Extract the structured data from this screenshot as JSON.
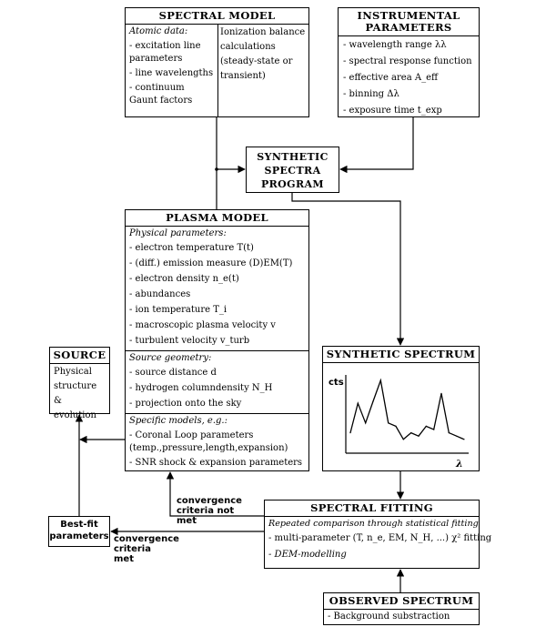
{
  "spectral_model": {
    "title": "SPECTRAL MODEL",
    "atomic_heading": "Atomic data:",
    "atomic_items": [
      "- excitation line parameters",
      "- line wavelengths",
      "- continuum Gaunt factors"
    ],
    "ionization_text": "Ionization balance calculations (steady-state or transient)"
  },
  "instrumental": {
    "title_line1": "INSTRUMENTAL",
    "title_line2": "PARAMETERS",
    "items": [
      "- wavelength range λλ",
      "- spectral response function",
      "- effective area A_eff",
      "- binning Δλ",
      "- exposure time t_exp"
    ]
  },
  "synthetic_program": {
    "line1": "SYNTHETIC",
    "line2": "SPECTRA",
    "line3": "PROGRAM"
  },
  "plasma_model": {
    "title": "PLASMA MODEL",
    "physical_heading": "Physical parameters:",
    "physical_items": [
      "- electron temperature T(t)",
      "- (diff.) emission measure (D)EM(T)",
      "- electron density n_e(t)",
      "- abundances",
      "- ion temperature T_i",
      "- macroscopic plasma velocity v",
      "- turbulent velocity v_turb"
    ],
    "geometry_heading": "Source geometry:",
    "geometry_items": [
      "- source distance d",
      "- hydrogen columndensity N_H",
      "- projection onto the sky"
    ],
    "specific_heading": "Specific models, e.g.:",
    "specific_items": [
      "- Coronal Loop parameters (temp.,pressure,length,expansion)",
      "- SNR shock & expansion parameters"
    ]
  },
  "source": {
    "title": "SOURCE",
    "text": "Physical structure & evolution"
  },
  "synthetic_spectrum": {
    "title": "SYNTHETIC SPECTRUM",
    "y_label": "cts",
    "x_label": "λ"
  },
  "chart_data": {
    "type": "line",
    "x": [
      0,
      1,
      2,
      3,
      4,
      5,
      6,
      7,
      8,
      9,
      10,
      11,
      12,
      13,
      14,
      15
    ],
    "values": [
      2,
      6.5,
      3.5,
      6.8,
      10,
      3.5,
      3,
      1,
      2,
      1.5,
      3,
      2.5,
      8,
      2,
      1.5,
      1
    ],
    "xlabel": "λ",
    "ylabel": "cts"
  },
  "spectral_fitting": {
    "title": "SPECTRAL FITTING",
    "subtitle": "Repeated comparison through statistical fitting",
    "items": [
      "- multi-parameter (T, n_e, EM, N_H, ...) χ² fitting",
      "- DEM-modelling"
    ]
  },
  "observed": {
    "title": "OBSERVED SPECTRUM",
    "item": "- Background substraction"
  },
  "bestfit": {
    "line1": "Best-fit",
    "line2": "parameters"
  },
  "labels": {
    "not_met_1": "convergence",
    "not_met_2": "criteria not",
    "not_met_3": "met",
    "met_1": "convergence",
    "met_2": "criteria",
    "met_3": "met"
  }
}
